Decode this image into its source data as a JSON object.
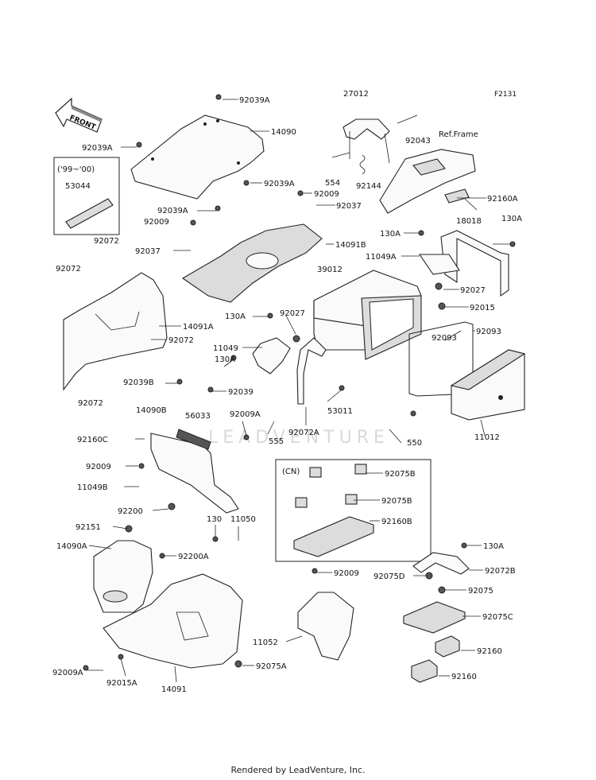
{
  "diagram": {
    "code": "F2131",
    "front_label": "FRONT",
    "ref_frame": "Ref.Frame",
    "inset_years": "('99~'00)",
    "inset_cn": "(CN)",
    "watermark": "LEADVENTURE",
    "footer": "Rendered by LeadVenture, Inc."
  },
  "callouts": [
    "92039A",
    "14090",
    "92039A",
    "92039A",
    "53044",
    "92039A",
    "92009",
    "27012",
    "92043",
    "554",
    "92144",
    "92009",
    "92037",
    "92160A",
    "18018",
    "130A",
    "130A",
    "11049A",
    "14091B",
    "92037",
    "92072",
    "92072",
    "39012",
    "92027",
    "92015",
    "130A",
    "92027",
    "14091A",
    "11049",
    "92093",
    "92093",
    "130A",
    "92072",
    "92039B",
    "92039",
    "14090B",
    "56033",
    "92009A",
    "53011",
    "92072",
    "92160C",
    "555",
    "92072A",
    "550",
    "11012",
    "92075B",
    "92009",
    "92075B",
    "11049B",
    "92160B",
    "92200",
    "92151",
    "130",
    "11050",
    "14090A",
    "92200A",
    "130A",
    "92009",
    "92072B",
    "92075D",
    "92075",
    "92075C",
    "11052",
    "92009A",
    "92015A",
    "14091",
    "92075A",
    "92160",
    "92160"
  ]
}
